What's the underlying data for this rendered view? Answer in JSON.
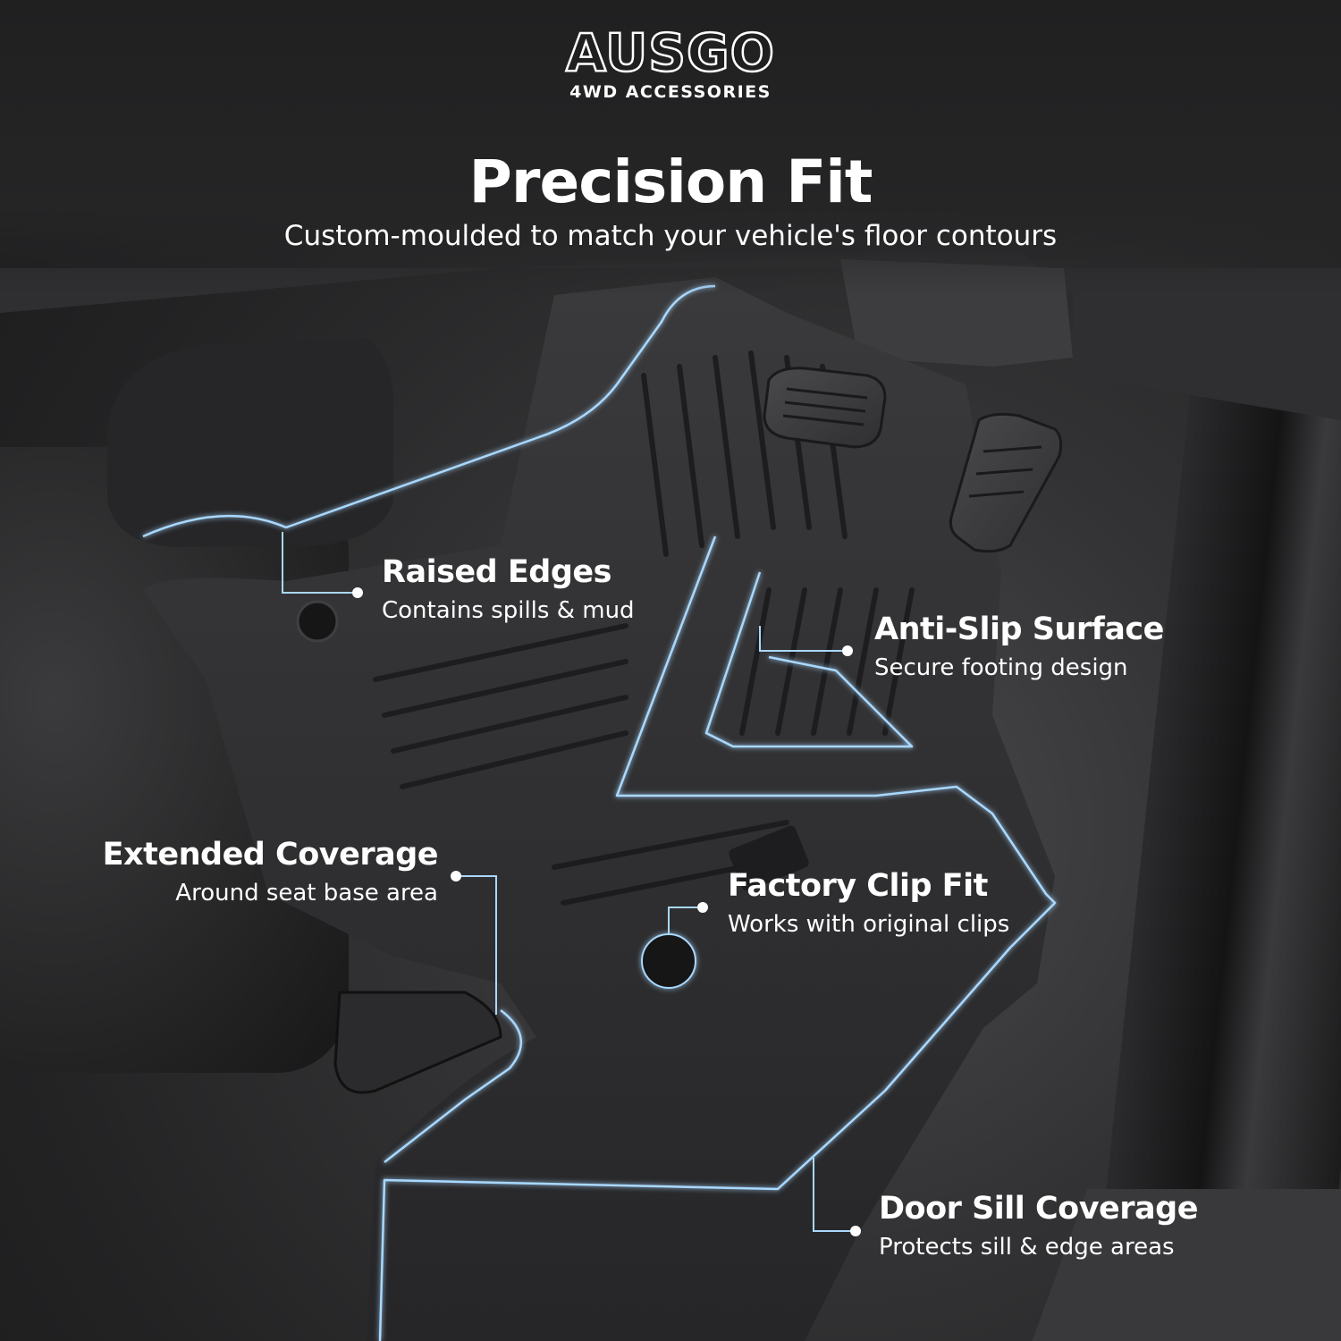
{
  "brand": {
    "name": "AUSGO",
    "tagline": "4WD ACCESSORIES"
  },
  "headline": "Precision Fit",
  "subheadline": "Custom-moulded to match your vehicle's floor contours",
  "callouts": {
    "raised_edges": {
      "title": "Raised Edges",
      "desc": "Contains spills & mud"
    },
    "anti_slip": {
      "title": "Anti-Slip Surface",
      "desc": "Secure footing design"
    },
    "extended_coverage": {
      "title": "Extended Coverage",
      "desc": "Around seat base area"
    },
    "factory_clip": {
      "title": "Factory Clip Fit",
      "desc": "Works with original clips"
    },
    "door_sill": {
      "title": "Door Sill Coverage",
      "desc": "Protects sill & edge areas"
    }
  },
  "colors": {
    "background": "#1e1e1f",
    "text": "#ffffff",
    "accent_line": "#a9d8ff",
    "mat": "#2a2a2c"
  }
}
